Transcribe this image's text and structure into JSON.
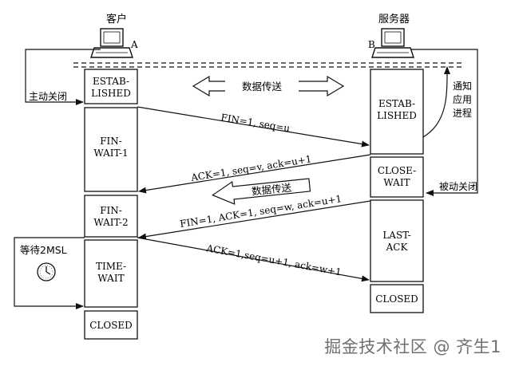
{
  "client": {
    "label": "客户",
    "letter": "A"
  },
  "server": {
    "label": "服务器",
    "letter": "B"
  },
  "client_states": [
    "ESTAB-\nLISHED",
    "FIN-\nWAIT-1",
    "FIN-\nWAIT-2",
    "TIME-\nWAIT",
    "CLOSED"
  ],
  "server_states": [
    "ESTAB-\nLISHED",
    "CLOSE-\nWAIT",
    "LAST-\nACK",
    "CLOSED"
  ],
  "messages": {
    "m1": "FIN=1, seq=u",
    "m2": "ACK=1, seq=v, ack=u+1",
    "m3": "FIN=1, ACK=1, seq=w, ack=u+1",
    "m4": "ACK=1,seq=u+1, ack=w+1"
  },
  "side_labels": {
    "active_close": "主动关闭",
    "passive_close": "被动关闭",
    "notify_app": "通知\n应用\n进程",
    "wait_2msl": "等待2MSL"
  },
  "data_transfer": {
    "bidirectional": "数据传送",
    "one_way": "数据传送"
  },
  "watermark": "掘金技术社区 @ 齐生1"
}
